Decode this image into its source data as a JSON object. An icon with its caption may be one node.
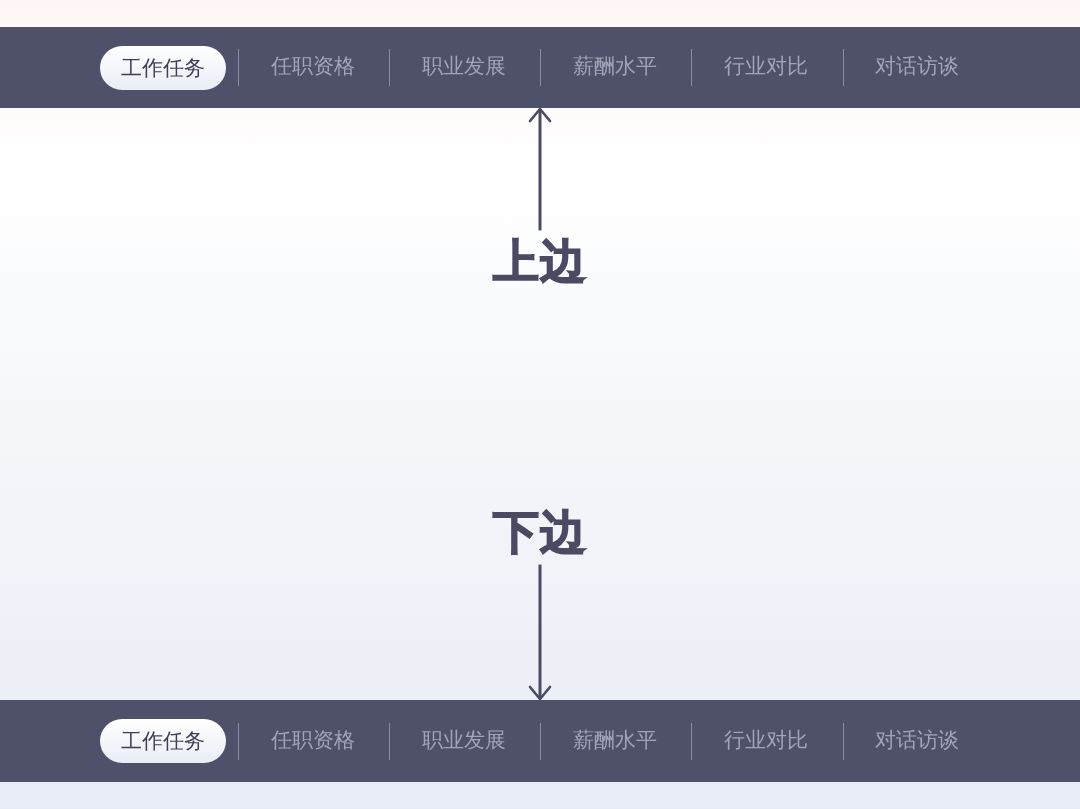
{
  "diagram": {
    "nodes": [
      {
        "text": [],
        "shape": "bar"
      },
      {
        "text": [
          "工作任务"
        ],
        "in": 0
      },
      {
        "text": [
          "任职资格"
        ],
        "in": 0
      },
      {
        "text": [
          "职业发展"
        ],
        "in": 0
      },
      {
        "text": [
          "薪酬水平"
        ],
        "in": 0
      },
      {
        "text": [
          "行业对比"
        ],
        "in": 0
      },
      {
        "text": [
          "对话访谈"
        ],
        "in": 0
      },
      {
        "text": [
          "上边"
        ]
      },
      {
        "text": [
          "下边"
        ]
      },
      {
        "text": [],
        "shape": "bar"
      },
      {
        "text": [
          "工作任务"
        ],
        "in": 9
      },
      {
        "text": [
          "任职资格"
        ],
        "in": 9
      },
      {
        "text": [
          "职业发展"
        ],
        "in": 9
      },
      {
        "text": [
          "薪酬水平"
        ],
        "in": 9
      },
      {
        "text": [
          "行业对比"
        ],
        "in": 9
      },
      {
        "text": [
          "对话访谈"
        ],
        "in": 9
      }
    ],
    "edges": [
      {
        "from": 7,
        "to": 0,
        "arrow": "to"
      },
      {
        "from": 8,
        "to": 9,
        "arrow": "to"
      }
    ]
  }
}
